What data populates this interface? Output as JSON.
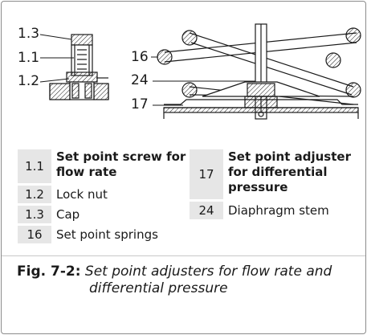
{
  "callouts": [
    "1.3",
    "1.1",
    "1.2",
    "16",
    "24",
    "17"
  ],
  "legend_left": [
    {
      "num": "1.1",
      "label_line1": "Set point screw for",
      "label_line2": "flow rate"
    },
    {
      "num": "1.2",
      "label": "Lock nut"
    },
    {
      "num": "1.3",
      "label": "Cap"
    },
    {
      "num": "16",
      "label": "Set point springs"
    }
  ],
  "legend_right": [
    {
      "num": "17",
      "label_line1": "Set point adjuster",
      "label_line2": "for differential",
      "label_line3": "pressure"
    },
    {
      "num": "24",
      "label": "Diaphragm stem"
    }
  ],
  "caption": {
    "figure": "Fig. 7-2:",
    "text_line1": "Set point adjusters for flow rate and",
    "text_line2": "differential pressure"
  },
  "colors": {
    "legend_bg": "#e6e6e6",
    "border": "#8c8c8c",
    "line": "#1a1a1a"
  }
}
